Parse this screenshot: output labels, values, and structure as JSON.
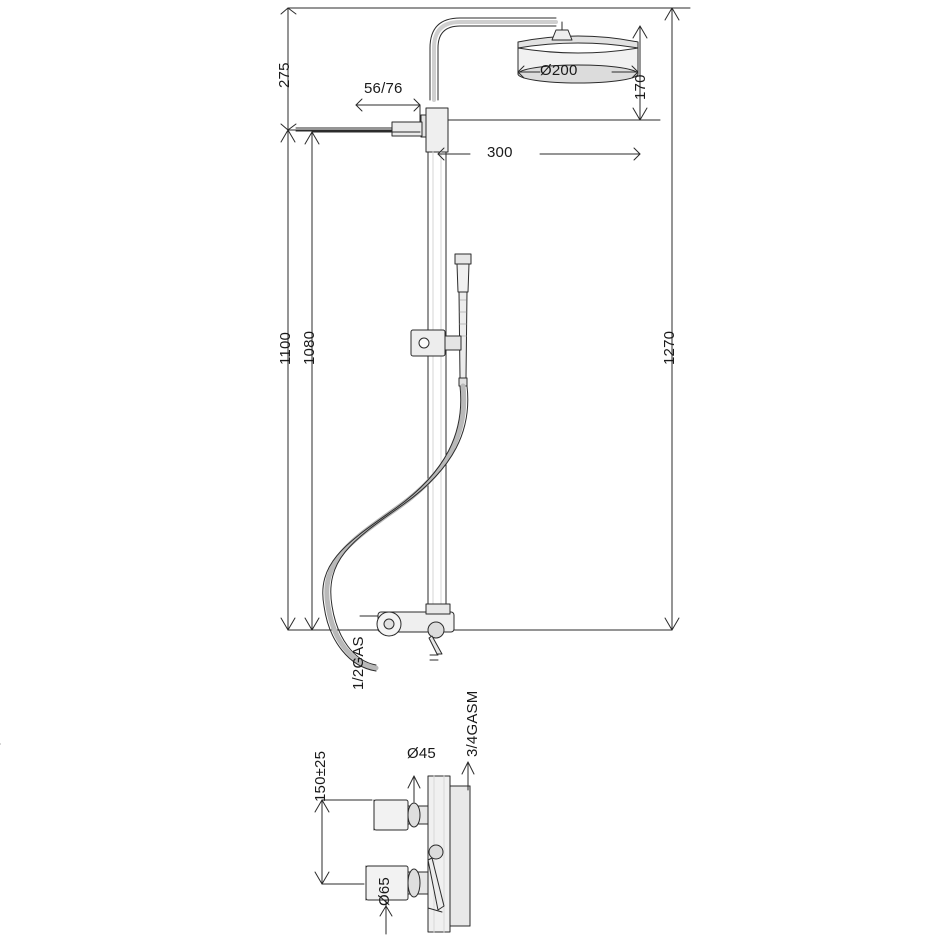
{
  "drawing": {
    "title": "Shower column technical drawing",
    "line_color": "#2b2b2b",
    "fill_color": "#e9e9e9",
    "dimensions": {
      "top_height": "275",
      "arm_offset": "56/76",
      "head_diameter": "Ø200",
      "head_drop": "170",
      "arm_length": "300",
      "rail_height": "1100",
      "slider_height": "1080",
      "total_height": "1270",
      "inlet_thread": "1/2GAS",
      "valve_diameter": "Ø45",
      "valve_thread": "3/4GASM",
      "inlet_spacing": "150±25",
      "escutcheon_diameter": "Ø65"
    }
  }
}
